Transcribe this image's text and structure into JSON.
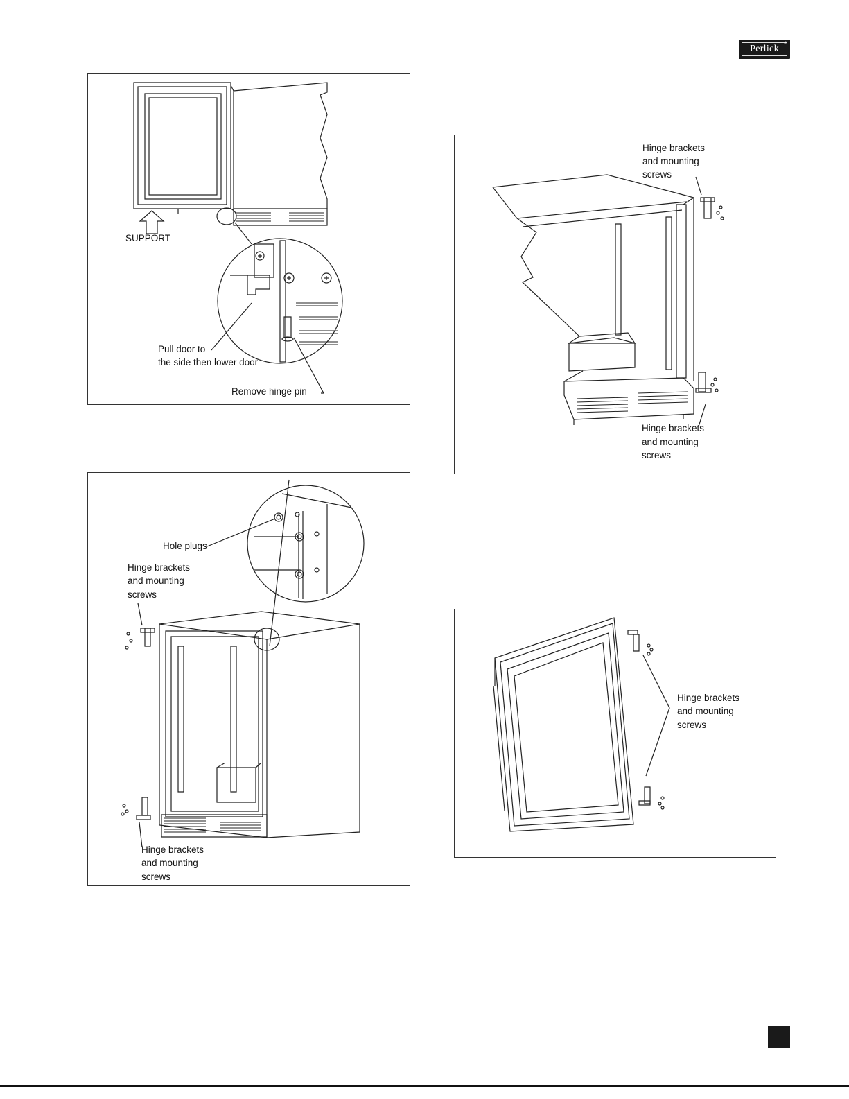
{
  "brand": {
    "logo_text": "Perlick",
    "logo_mark": "®"
  },
  "figures": {
    "remove_door": {
      "support_label": "SUPPORT",
      "pull_label": [
        "Pull door to",
        "the side then lower door"
      ],
      "pin_label": "Remove hinge pin"
    },
    "cabinet_hinge": {
      "hole_plugs_label": "Hole plugs",
      "top_label": [
        "Hinge brackets",
        "and mounting",
        "screws"
      ],
      "bottom_label": [
        "Hinge brackets",
        "and mounting",
        "screws"
      ]
    },
    "reinstall_cabinet": {
      "top_label": [
        "Hinge brackets",
        "and mounting",
        "screws"
      ],
      "bottom_label": [
        "Hinge brackets",
        "and mounting",
        "screws"
      ]
    },
    "door_hinge": {
      "label": [
        "Hinge brackets",
        "and mounting",
        "screws"
      ]
    }
  }
}
